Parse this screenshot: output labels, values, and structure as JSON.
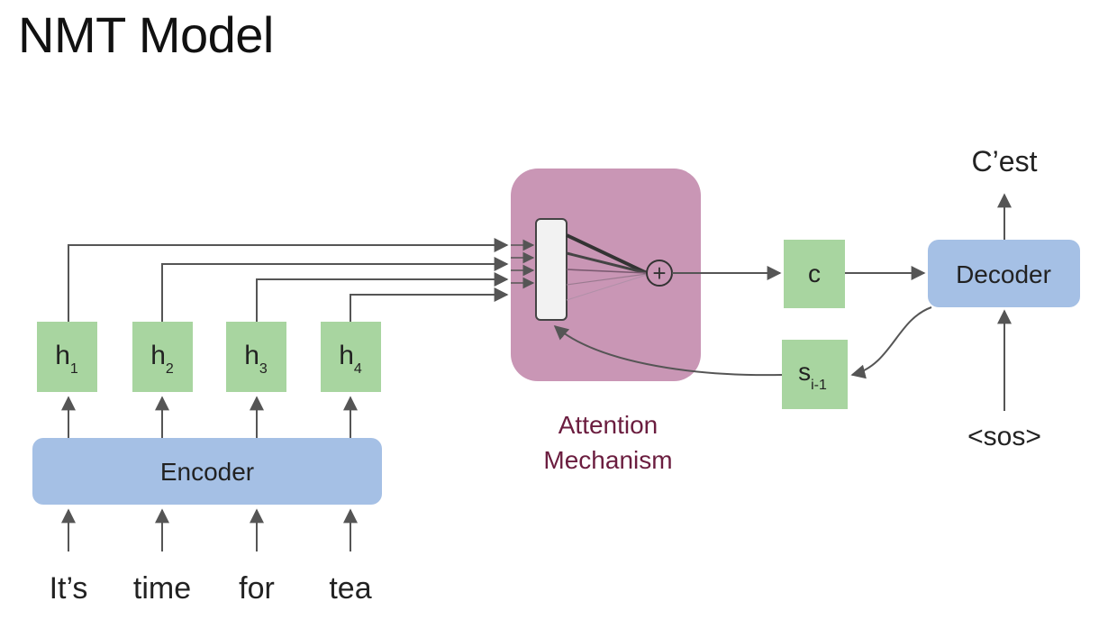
{
  "title": "NMT Model",
  "colors": {
    "hidden_state_fill": "#a8d5a0",
    "encoder_decoder_fill": "#a5c0e5",
    "attention_fill": "#c996b5",
    "attention_label": "#6b1d3f",
    "arrow": "#555555"
  },
  "inputs": [
    "It’s",
    "time",
    "for",
    "tea"
  ],
  "encoder": {
    "label": "Encoder"
  },
  "hidden_states": [
    {
      "base": "h",
      "sub": "1"
    },
    {
      "base": "h",
      "sub": "2"
    },
    {
      "base": "h",
      "sub": "3"
    },
    {
      "base": "h",
      "sub": "4"
    }
  ],
  "attention": {
    "label_line1": "Attention",
    "label_line2": "Mechanism",
    "sum_symbol": "+"
  },
  "context": {
    "label": "c"
  },
  "prev_state": {
    "base": "s",
    "sub": "i-1"
  },
  "decoder": {
    "label": "Decoder"
  },
  "decoder_input": "<sos>",
  "decoder_output": "C’est"
}
